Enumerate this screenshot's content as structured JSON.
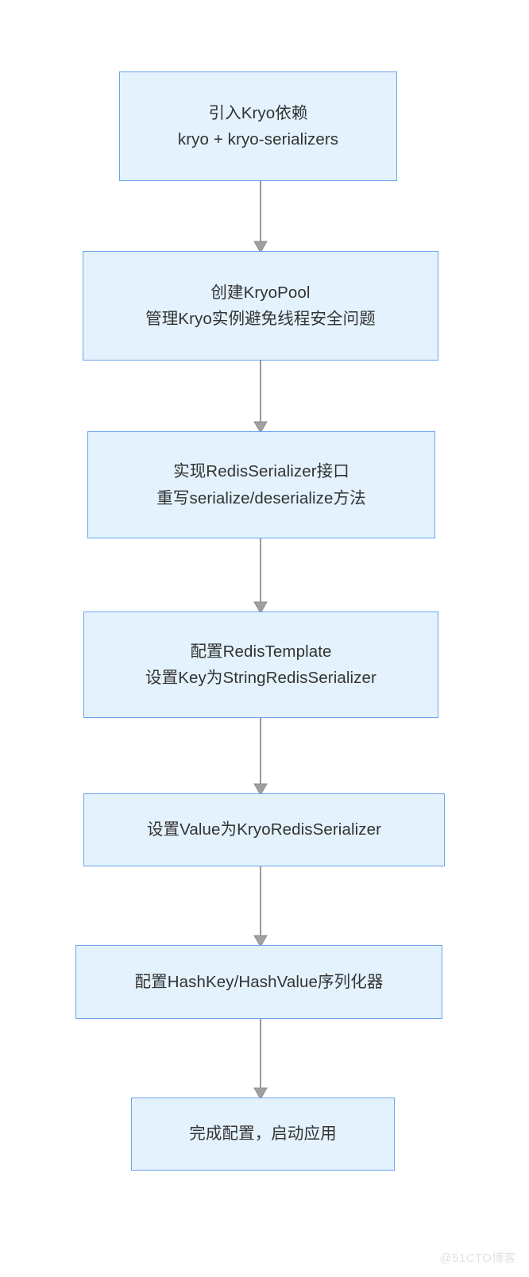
{
  "diagram": {
    "type": "flowchart",
    "orientation": "top-to-bottom",
    "background_color": "#ffffff",
    "node_fill_color": "#e3f2fd",
    "node_border_color": "#6ba3f0",
    "node_text_color": "#333333",
    "connector_color": "#999999",
    "nodes": [
      {
        "id": "n1",
        "lines": [
          "引入Kryo依赖",
          "kryo + kryo-serializers"
        ],
        "line1": "引入Kryo依赖",
        "line2": "kryo + kryo-serializers"
      },
      {
        "id": "n2",
        "lines": [
          "创建KryoPool",
          "管理Kryo实例避免线程安全问题"
        ],
        "line1": "创建KryoPool",
        "line2": "管理Kryo实例避免线程安全问题"
      },
      {
        "id": "n3",
        "lines": [
          "实现RedisSerializer接口",
          "重写serialize/deserialize方法"
        ],
        "line1": "实现RedisSerializer接口",
        "line2": "重写serialize/deserialize方法"
      },
      {
        "id": "n4",
        "lines": [
          "配置RedisTemplate",
          "设置Key为StringRedisSerializer"
        ],
        "line1": "配置RedisTemplate",
        "line2": "设置Key为StringRedisSerializer"
      },
      {
        "id": "n5",
        "lines": [
          "设置Value为KryoRedisSerializer"
        ],
        "line1": "设置Value为KryoRedisSerializer"
      },
      {
        "id": "n6",
        "lines": [
          "配置HashKey/HashValue序列化器"
        ],
        "line1": "配置HashKey/HashValue序列化器"
      },
      {
        "id": "n7",
        "lines": [
          "完成配置，启动应用"
        ],
        "line1": "完成配置，启动应用"
      }
    ],
    "edges": [
      {
        "from": "n1",
        "to": "n2",
        "label": ""
      },
      {
        "from": "n2",
        "to": "n3",
        "label": ""
      },
      {
        "from": "n3",
        "to": "n4",
        "label": ""
      },
      {
        "from": "n4",
        "to": "n5",
        "label": ""
      },
      {
        "from": "n5",
        "to": "n6",
        "label": ""
      },
      {
        "from": "n6",
        "to": "n7",
        "label": ""
      }
    ]
  },
  "watermark": {
    "text": "@51CTO博客"
  }
}
